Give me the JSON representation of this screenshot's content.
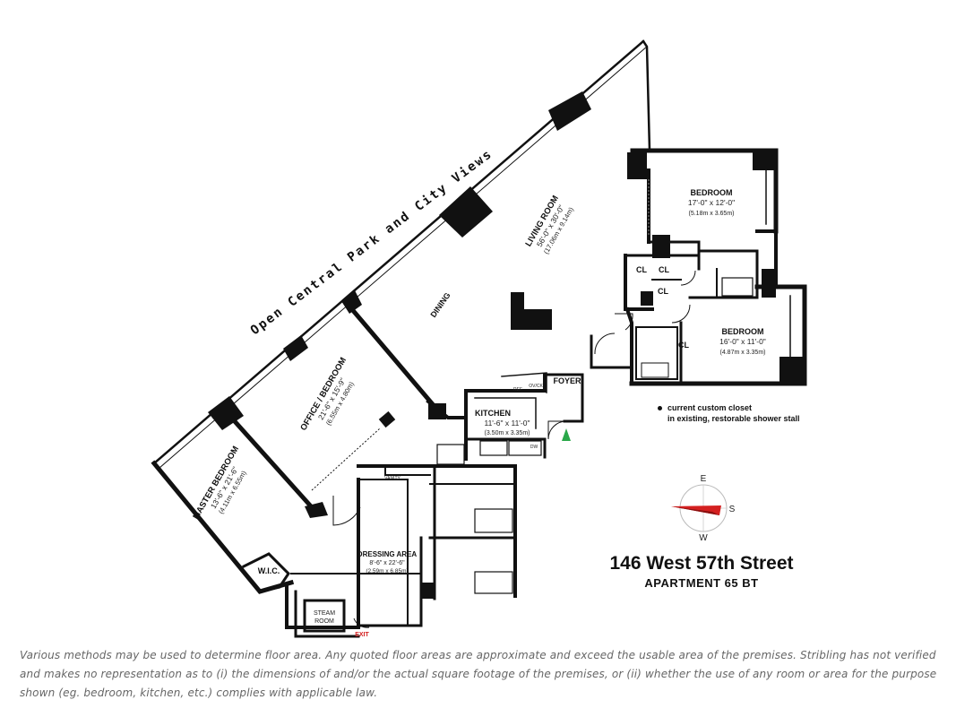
{
  "views_label": "Open Central Park and City Views",
  "rooms": {
    "living": {
      "name": "LIVING ROOM",
      "dims": "56'-0\" x 30'-0\"",
      "metric": "(17.06m x 9.14m)"
    },
    "dining": {
      "name": "DINING"
    },
    "office": {
      "name": "OFFICE / BEDROOM",
      "dims": "21'-6\" x 15'-9\"",
      "metric": "(6.55m x 4.80m)"
    },
    "master": {
      "name": "MASTER BEDROOM",
      "dims": "13'-6\" x 21'-6\"",
      "metric": "(4.11m x 6.55m)"
    },
    "kitchen": {
      "name": "KITCHEN",
      "dims": "11'-6\" x 11'-0\"",
      "metric": "(3.50m x 3.35m)"
    },
    "bedroom1": {
      "name": "BEDROOM",
      "dims": "17'-0\" x 12'-0\"",
      "metric": "(5.18m x 3.65m)"
    },
    "bedroom2": {
      "name": "BEDROOM",
      "dims": "16'-0\" x 11'-0\"",
      "metric": "(4.87m x 3.35m)"
    },
    "dressing": {
      "name": "DRESSING AREA",
      "dims": "8'-6\" x 22'-6\"",
      "metric": "(2.59m x 6.85m)"
    },
    "foyer": {
      "name": "FOYER"
    },
    "wic": {
      "name": "W.I.C."
    },
    "steam_line1": "STEAM",
    "steam_line2": "ROOM",
    "exit": "EXIT",
    "vanity": "VANITY",
    "closet": "CL",
    "refrig": "REF",
    "oven": "OV/CK",
    "dishwasher": "DW"
  },
  "note": {
    "line1": "current custom closet",
    "line2": "in existing, restorable shower stall"
  },
  "compass": {
    "n": "E",
    "e": "S",
    "w": "W",
    "arrow_color": "#d42020"
  },
  "entry_arrow_color": "#2aa84a",
  "address": {
    "street": "146 West 57th Street",
    "apartment": "APARTMENT 65 BT"
  },
  "disclaimer": "Various methods may be used to determine floor area. Any quoted floor areas are approximate and exceed the usable area of the premises. Stribling has not verified and makes no representation as to (i) the dimensions of and/or the actual square footage of the premises, or (ii) whether the use of any room or area for the purpose shown (eg. bedroom, kitchen, etc.) complies with applicable law."
}
